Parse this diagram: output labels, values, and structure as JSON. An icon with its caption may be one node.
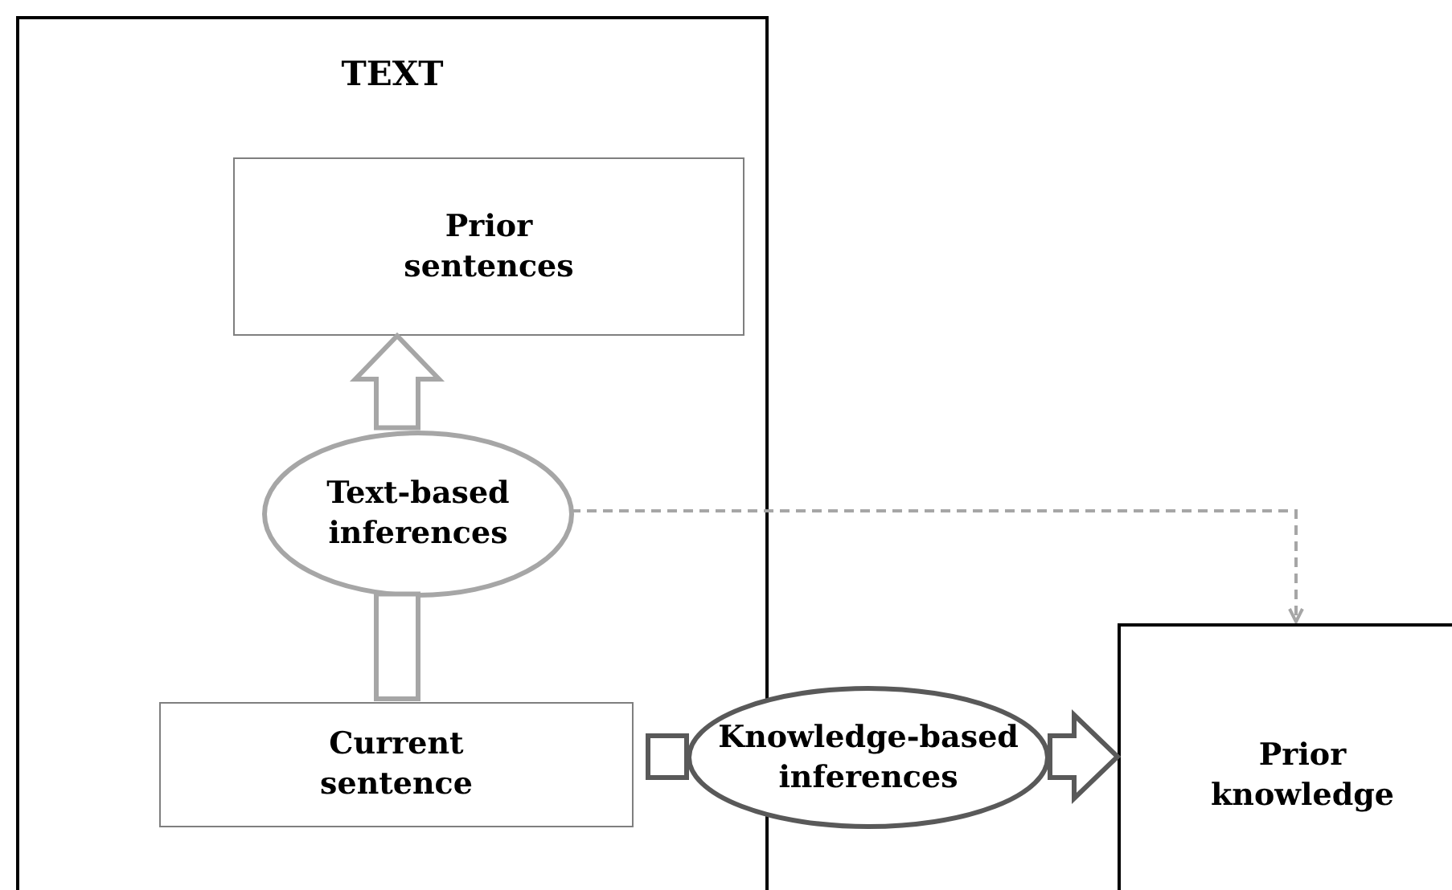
{
  "diagram": {
    "nodes": [
      {
        "text": [
          "TEXT"
        ]
      },
      {
        "text": [
          "Prior sentences"
        ],
        "in": 0
      },
      {
        "text": [
          "Text-based inferences"
        ],
        "in": 0
      },
      {
        "text": [
          "Current sentence"
        ],
        "in": 0
      },
      {
        "text": [
          "Knowledge-based inferences"
        ]
      },
      {
        "text": [
          "Prior knowledge"
        ]
      }
    ],
    "edges": [
      {
        "from": 3,
        "to": 2,
        "arrow": "none"
      },
      {
        "from": 2,
        "to": 1,
        "arrow": "to"
      },
      {
        "from": 3,
        "to": 4,
        "arrow": "none",
        "color": "#595959"
      },
      {
        "from": 4,
        "to": 5,
        "arrow": "to",
        "color": "#595959"
      },
      {
        "from": 2,
        "to": 5,
        "arrow": "to",
        "style": "dashed"
      }
    ]
  }
}
